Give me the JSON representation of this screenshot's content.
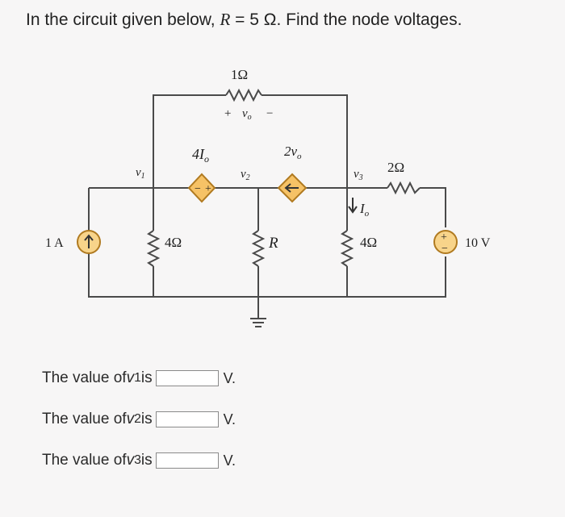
{
  "question": {
    "prefix": "In the circuit given below, ",
    "var": "R",
    "suffix": " = 5 Ω. Find the node voltages."
  },
  "circuit": {
    "top_resistor": "1Ω",
    "vo_plus": "+",
    "vo_label": "v",
    "vo_sub": "o",
    "vo_minus": "−",
    "dep_source_left": "4I",
    "dep_source_left_sub": "o",
    "dep_source_right": "2v",
    "dep_source_right_sub": "o",
    "node_v1": "v",
    "node_v1_sub": "1",
    "node_v2": "v",
    "node_v2_sub": "2",
    "node_v3": "v",
    "node_v3_sub": "3",
    "current_source": "1 A",
    "left_resistor": "4Ω",
    "middle_resistor": "R",
    "right_resistor": "4Ω",
    "upper_right_resistor": "2Ω",
    "io_label": "I",
    "io_sub": "o",
    "voltage_source": "10 V",
    "vs_plus": "+",
    "vs_minus": "−",
    "dep_left_minus": "−",
    "dep_left_plus": "+"
  },
  "answers": [
    {
      "label": "The value of ",
      "var": "v",
      "sub": "1",
      "is": " is",
      "unit": "V."
    },
    {
      "label": "The value of ",
      "var": "v",
      "sub": "2",
      "is": " is",
      "unit": "V."
    },
    {
      "label": "The value of ",
      "var": "v",
      "sub": "3",
      "is": " is",
      "unit": "V."
    }
  ],
  "colors": {
    "diamond_fill": "#f6c266",
    "diamond_stroke": "#b07a20",
    "wire": "#4a4a4a",
    "source_fill": "#f8d48a"
  }
}
